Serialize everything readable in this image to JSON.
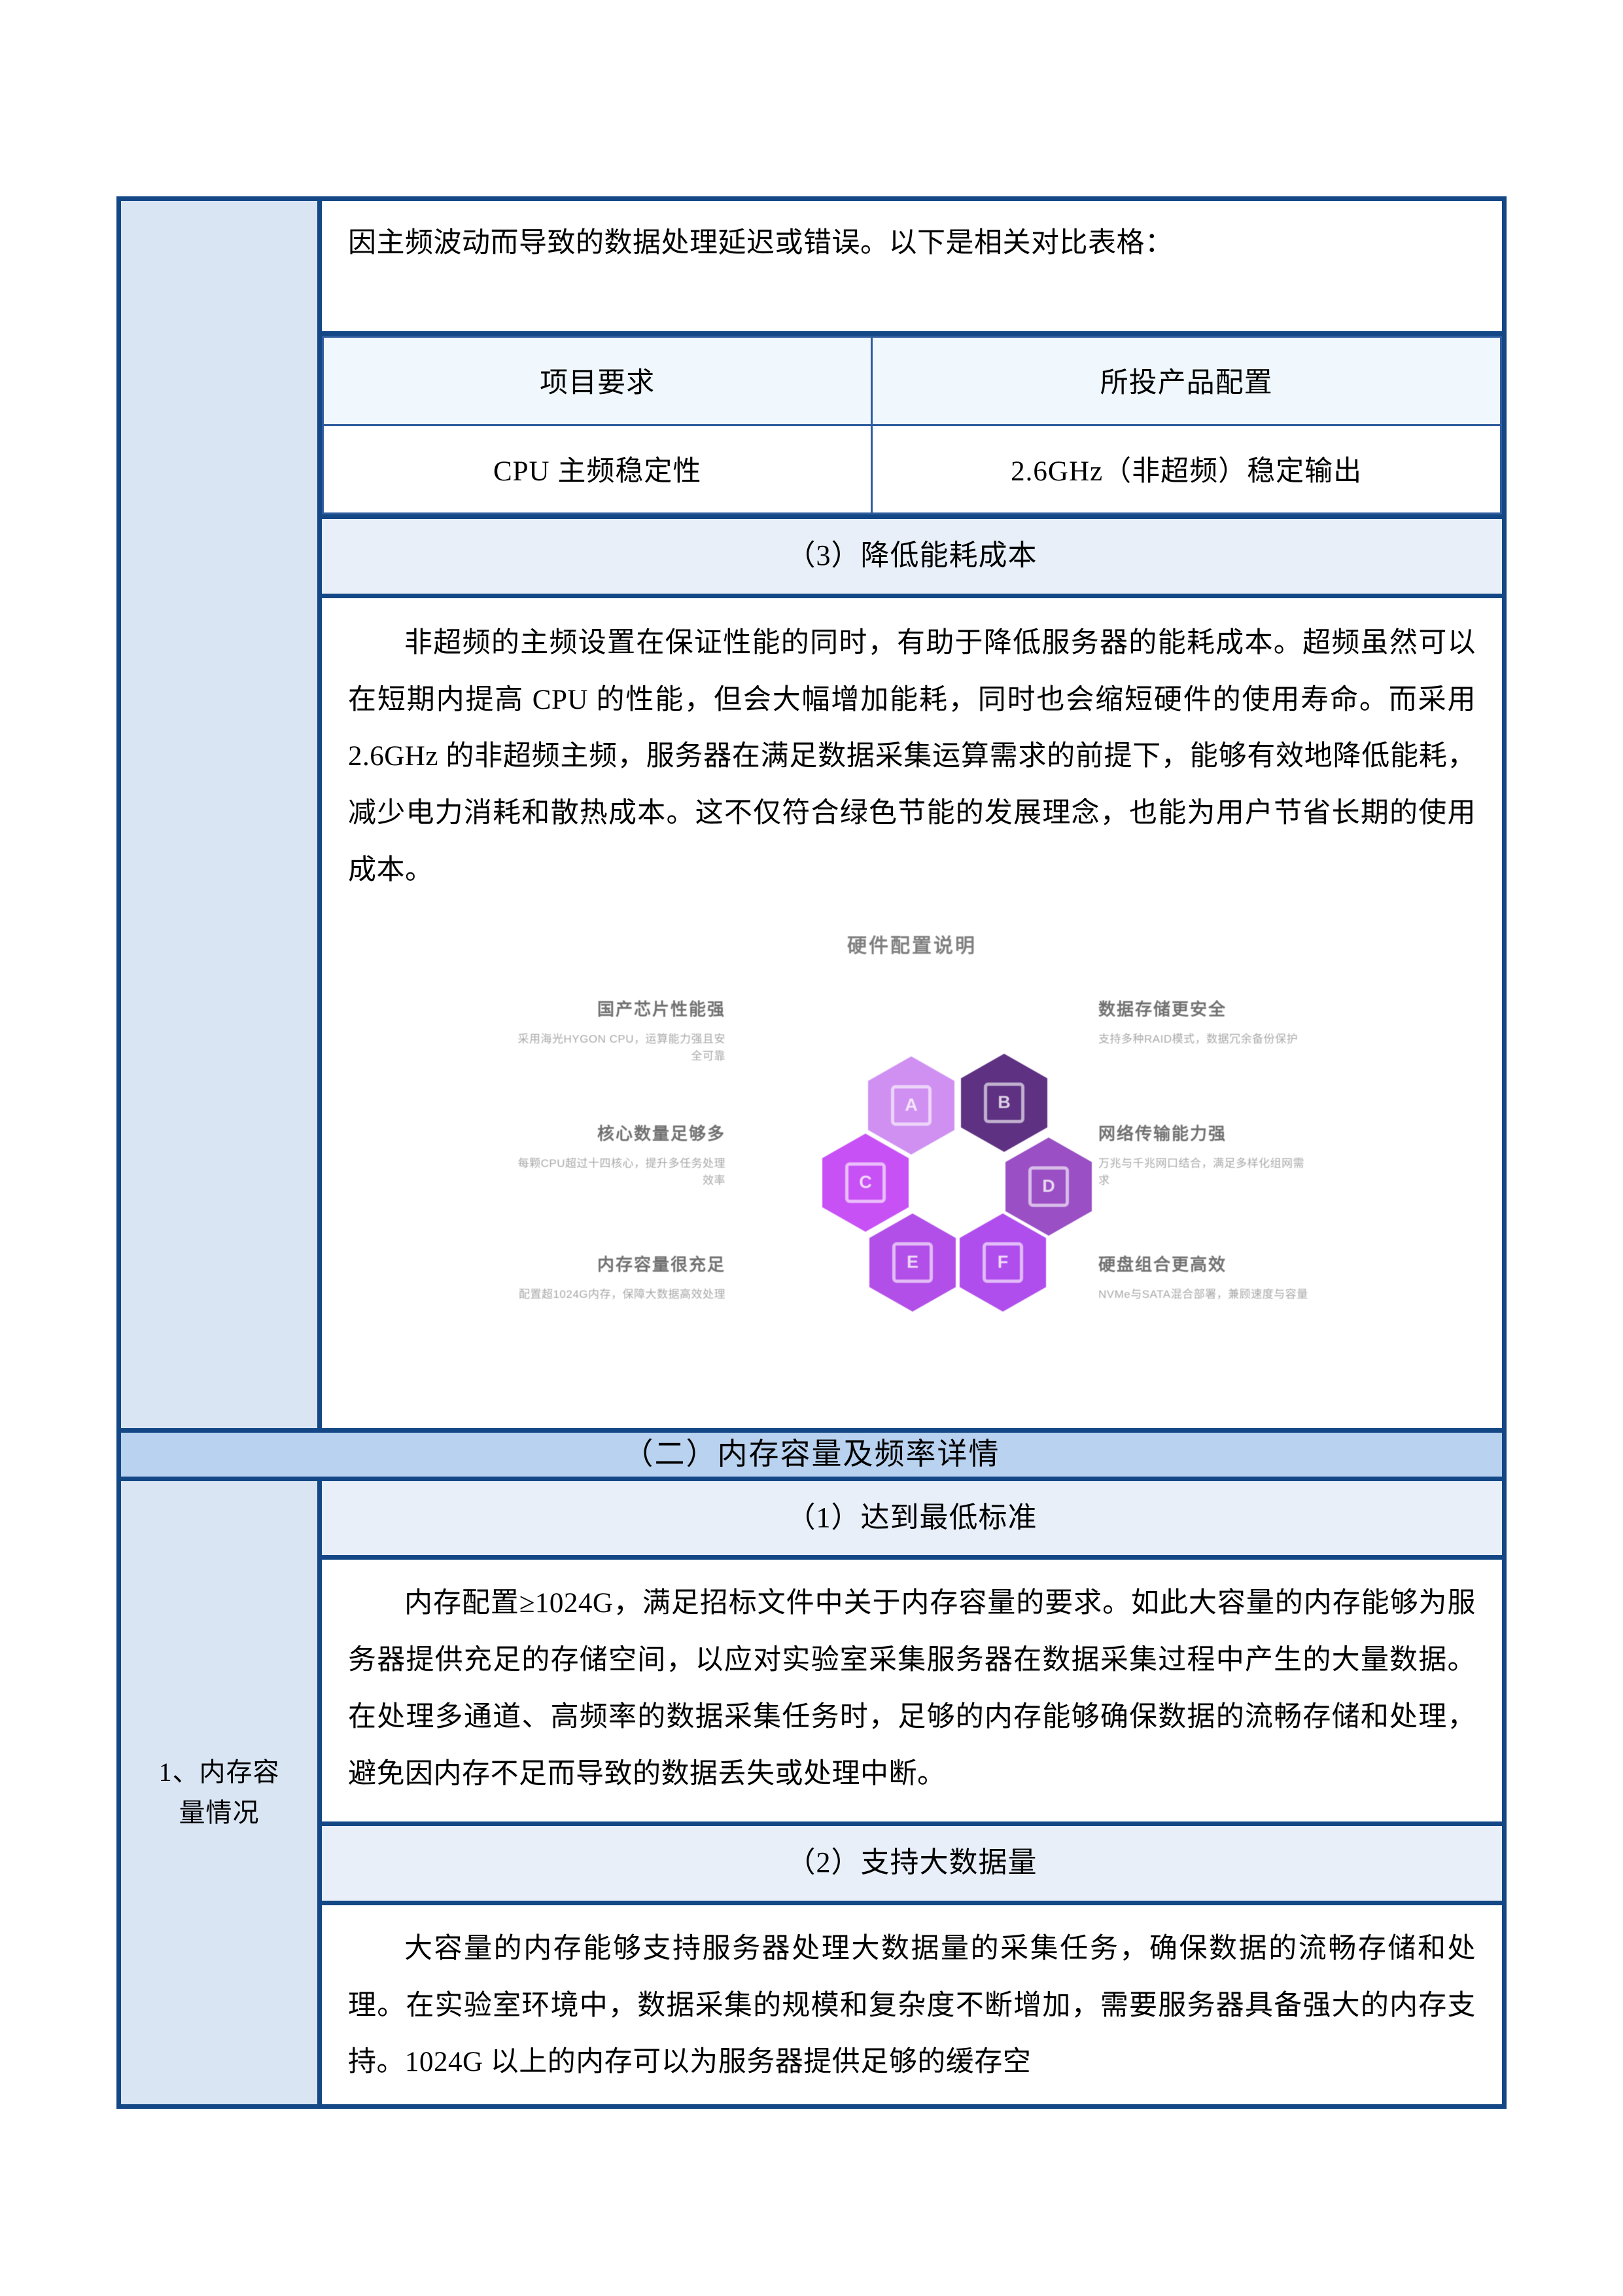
{
  "document": {
    "intro_paragraph": "因主频波动而导致的数据处理延迟或错误。以下是相关对比表格：",
    "comparison_table": {
      "headers": [
        "项目要求",
        "所投产品配置"
      ],
      "rows": [
        [
          "CPU 主频稳定性",
          "2.6GHz（非超频）稳定输出"
        ]
      ]
    },
    "subsection_3": {
      "heading": "（3）降低能耗成本",
      "body": "非超频的主频设置在保证性能的同时，有助于降低服务器的能耗成本。超频虽然可以在短期内提高 CPU 的性能，但会大幅增加能耗，同时也会缩短硬件的使用寿命。而采用 2.6GHz 的非超频主频，服务器在满足数据采集运算需求的前提下，能够有效地降低能耗，减少电力消耗和散热成本。这不仅符合绿色节能的发展理念，也能为用户节省长期的使用成本。"
    },
    "infographic": {
      "title": "硬件配置说明",
      "items": [
        {
          "badge": "A",
          "title": "国产芯片性能强",
          "desc": "采用海光HYGON CPU，运算能力强且安全可靠",
          "color": "#cf90f2"
        },
        {
          "badge": "B",
          "title": "数据存储更安全",
          "desc": "支持多种RAID模式，数据冗余备份保护",
          "color": "#5e3182"
        },
        {
          "badge": "C",
          "title": "核心数量足够多",
          "desc": "每颗CPU超过十四核心，提升多任务处理效率",
          "color": "#c851f5"
        },
        {
          "badge": "D",
          "title": "网络传输能力强",
          "desc": "万兆与千兆网口结合，满足多样化组网需求",
          "color": "#9a4fc4"
        },
        {
          "badge": "E",
          "title": "内存容量很充足",
          "desc": "配置超1024G内存，保障大数据高效处理",
          "color": "#b24fe8"
        },
        {
          "badge": "F",
          "title": "硬盘组合更高效",
          "desc": "NVMe与SATA混合部署，兼顾速度与容量",
          "color": "#b04ded"
        }
      ]
    },
    "section_banner": "（二）内存容量及频率详情",
    "row_label_memory": {
      "line1": "1、内存容",
      "line2": "量情况"
    },
    "memory_sub_1": {
      "heading": "（1）达到最低标准",
      "body": "内存配置≥1024G，满足招标文件中关于内存容量的要求。如此大容量的内存能够为服务器提供充足的存储空间，以应对实验室采集服务器在数据采集过程中产生的大量数据。在处理多通道、高频率的数据采集任务时，足够的内存能够确保数据的流畅存储和处理，避免因内存不足而导致的数据丢失或处理中断。"
    },
    "memory_sub_2": {
      "heading": "（2）支持大数据量",
      "body": "大容量的内存能够支持服务器处理大数据量的采集任务，确保数据的流畅存储和处理。在实验室环境中，数据采集的规模和复杂度不断增加，需要服务器具备强大的内存支持。1024G 以上的内存可以为服务器提供足够的缓存空"
    },
    "colors": {
      "border_navy": "#134785",
      "sidebar_blue": "#d9e5f3",
      "banner_blue": "#b8d2ef",
      "subhead_blue": "#e8eff8",
      "table_head_blue": "#f0f8fd",
      "inner_border": "#2f5d9e"
    }
  }
}
